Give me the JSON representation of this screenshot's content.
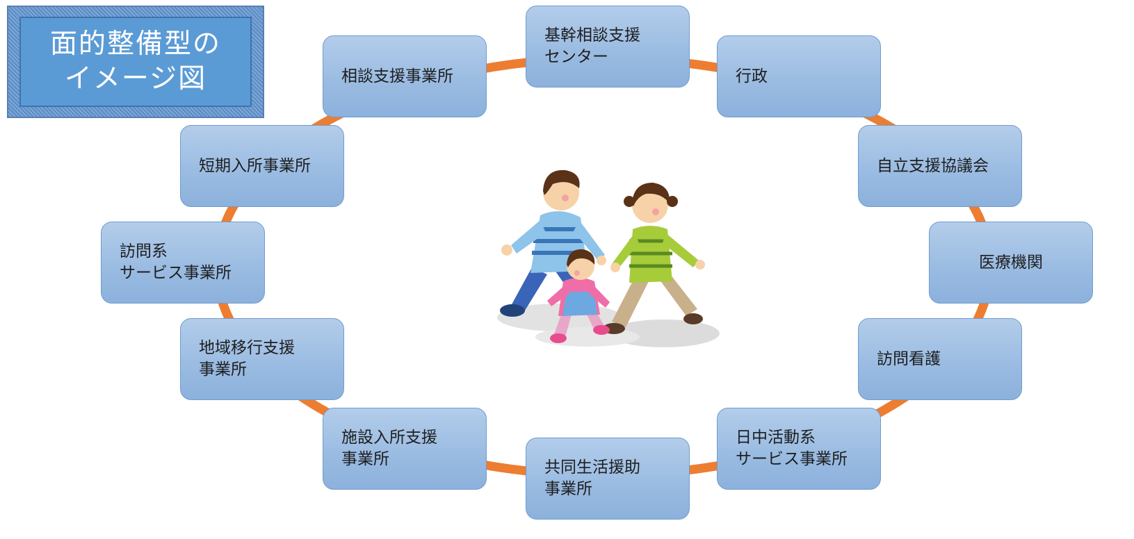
{
  "title": {
    "line1": "面的整備型の",
    "line2": "イメージ図"
  },
  "colors": {
    "connector": "#ed7d31",
    "node_fill": "#9dc3e6",
    "title_fill": "#5b9bd5"
  },
  "nodes": {
    "top": {
      "line1": "基幹相談支援",
      "line2": "センター"
    },
    "upper_left": {
      "line1": "相談支援事業所"
    },
    "upper_right": {
      "line1": "行政"
    },
    "left_1": {
      "line1": "短期入所事業所"
    },
    "right_1": {
      "line1": "自立支援協議会"
    },
    "left_2": {
      "line1": "訪問系",
      "line2": "サービス事業所"
    },
    "right_2": {
      "line1": "医療機関"
    },
    "left_3": {
      "line1": "地域移行支援",
      "line2": "事業所"
    },
    "right_3": {
      "line1": "訪問看護"
    },
    "lower_left": {
      "line1": "施設入所支援",
      "line2": "事業所"
    },
    "lower_right": {
      "line1": "日中活動系",
      "line2": "サービス事業所"
    },
    "bottom": {
      "line1": "共同生活援助",
      "line2": "事業所"
    }
  },
  "illustration": {
    "icon": "family-walking-icon"
  }
}
